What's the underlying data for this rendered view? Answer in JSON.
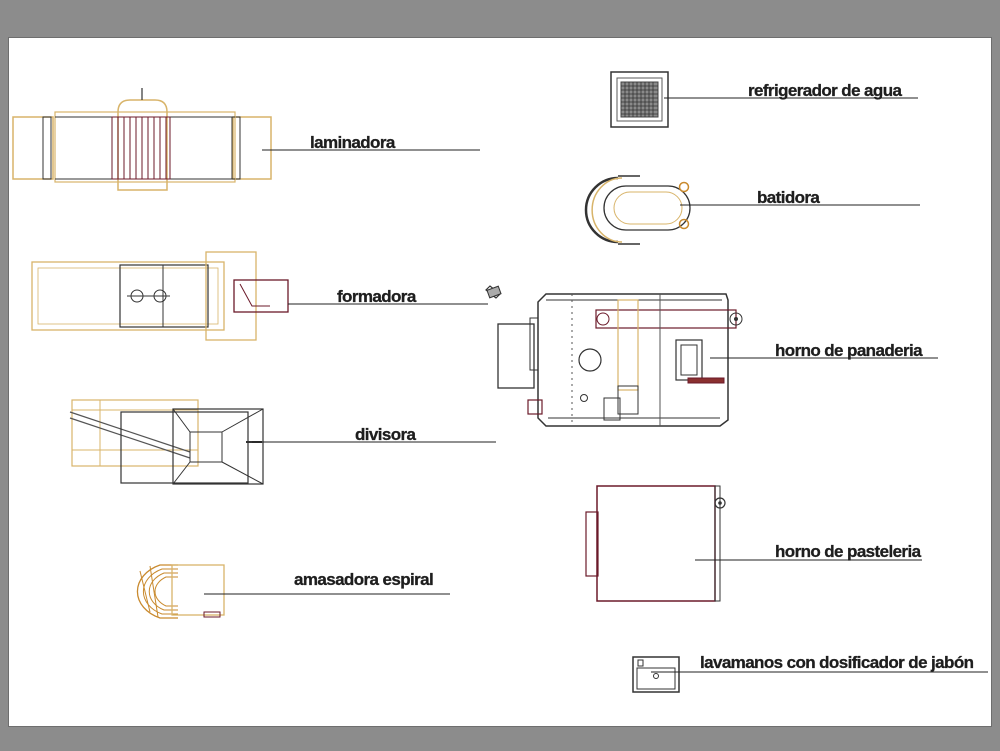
{
  "labels": {
    "laminadora": "laminadora",
    "formadora": "formadora",
    "divisora": "divisora",
    "amasadora": "amasadora espiral",
    "refrigerador": "refrigerador de agua",
    "batidora": "batidora",
    "horno_panaderia": "horno de panaderia",
    "horno_pasteleria": "horno de pasteleria",
    "lavamanos": "lavamanos con dosificador de jabón"
  },
  "colors": {
    "background": "#8c8c8c",
    "sheet": "#ffffff",
    "equipment_outline": "#d8b46a",
    "equipment_dark": "#6b1a2a",
    "leader_line": "#222222",
    "detail_gray": "#5a5a5a"
  }
}
